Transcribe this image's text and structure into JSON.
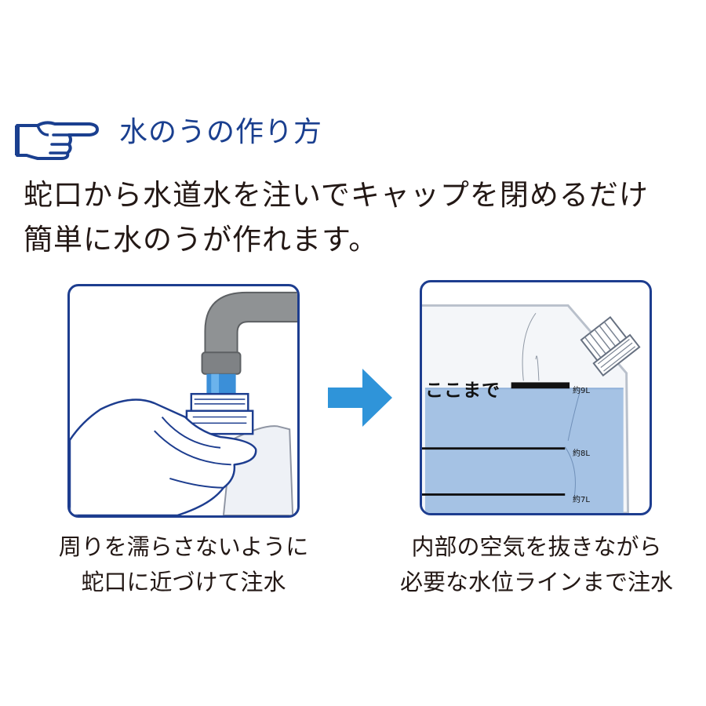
{
  "header": {
    "title": "水のうの作り方",
    "icon": "pointing-hand-icon"
  },
  "lead": {
    "line1": "蛇口から水道水を注いでキャップを閉めるだけ",
    "line2": "簡単に水のうが作れます。"
  },
  "steps": [
    {
      "caption_line1": "周りを濡らさないように",
      "caption_line2": "蛇口に近づけて注水",
      "icon": "faucet-filling-bag-illustration"
    },
    {
      "caption_line1": "内部の空気を抜きながら",
      "caption_line2": "必要な水位ラインまで注水",
      "icon": "filled-water-bag-illustration",
      "marker_label": "ここまで",
      "levels": [
        "約9L",
        "約8L",
        "約7L"
      ]
    }
  ],
  "arrow_icon": "right-arrow-icon",
  "colors": {
    "brand_blue": "#1d3d8f",
    "water_blue": "#a5c2e4",
    "arrow_blue": "#2f94d9",
    "text": "#231815"
  }
}
